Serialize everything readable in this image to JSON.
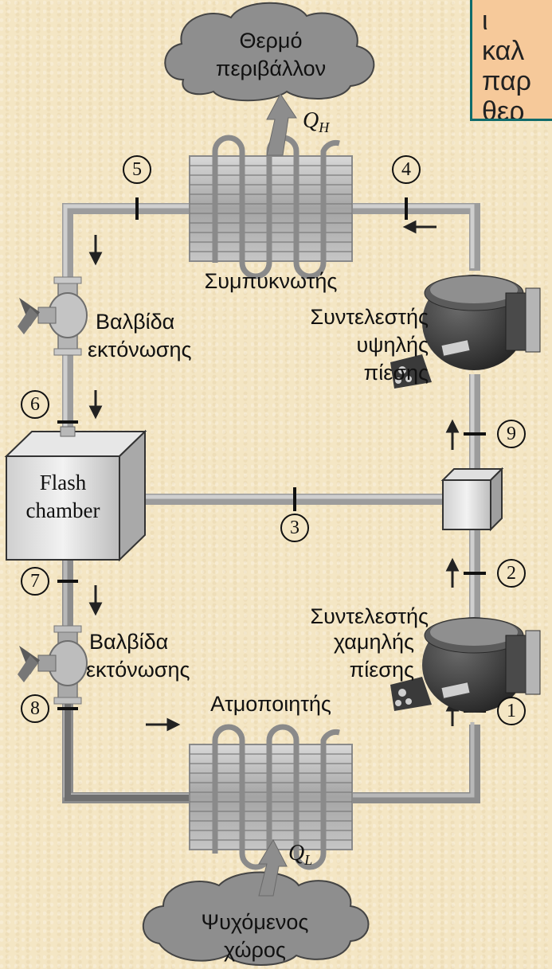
{
  "note": {
    "lines": [
      "ι",
      "καλ",
      "παρ",
      "θερ"
    ]
  },
  "labels": {
    "hot_env": [
      "Θερμό",
      "περιβάλλον"
    ],
    "q_high": {
      "symbol": "Q",
      "sub": "H"
    },
    "q_low": {
      "symbol": "Q",
      "sub": "L"
    },
    "condenser": "Συμπυκνωτής",
    "hp_compressor": [
      "Συντελεστής",
      "υψηλής",
      "πίεσης"
    ],
    "lp_compressor": [
      "Συντελεστής",
      "χαμηλής",
      "πίεσης"
    ],
    "valve_top": [
      "Βαλβίδα",
      "εκτόνωσης"
    ],
    "valve_bottom": [
      "Βαλβίδα",
      "εκτόνωσης"
    ],
    "flash_chamber": [
      "Flash",
      "chamber"
    ],
    "evaporator": "Ατμοποιητής",
    "cold_space": [
      "Ψυχόμενος",
      "χώρος"
    ]
  },
  "states": [
    "1",
    "2",
    "3",
    "4",
    "5",
    "6",
    "7",
    "8",
    "9"
  ],
  "colors": {
    "pipe": "#a8a8a8",
    "pipe_dark": "#7d7d7d",
    "pipe_cold": "#8c8c8c",
    "cloud": "#909090",
    "note_bg": "#f6c99a",
    "note_border": "#0f6b6b",
    "background": "#f4e6c4"
  }
}
